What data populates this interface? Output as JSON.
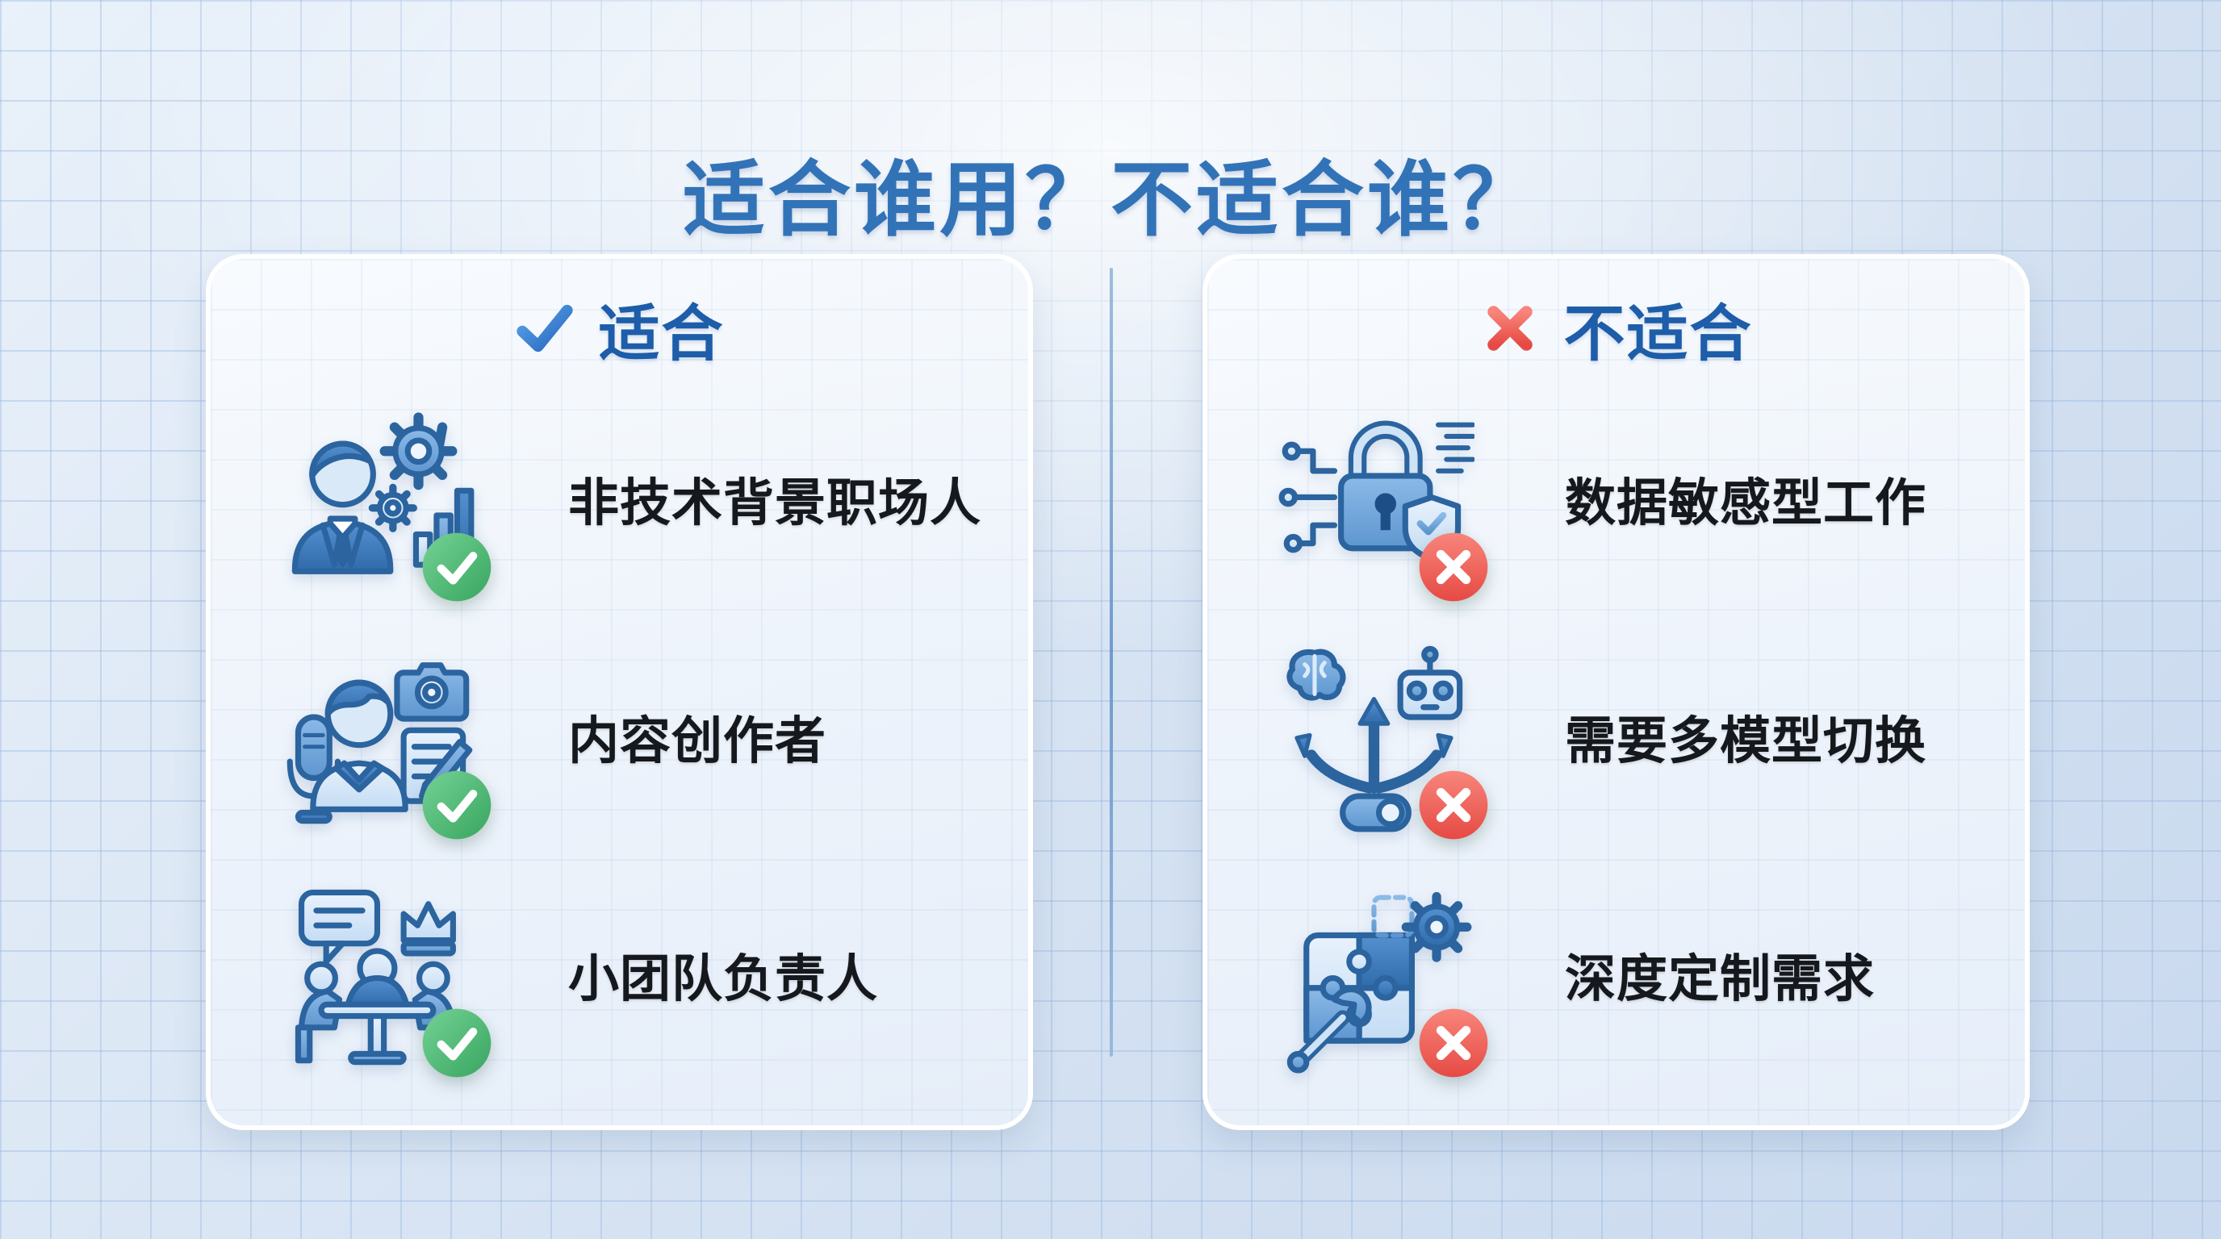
{
  "title": "适合谁用？不适合谁？",
  "columns": {
    "suitable": {
      "header": "适合",
      "header_icon": "check-icon",
      "badge_icon": "check-badge",
      "items": [
        {
          "label": "非技术背景职场人",
          "icon": "businessman-gears-chart-icon"
        },
        {
          "label": "内容创作者",
          "icon": "creator-camera-mic-notepad-icon"
        },
        {
          "label": "小团队负责人",
          "icon": "team-meeting-crown-icon"
        }
      ]
    },
    "not_suitable": {
      "header": "不适合",
      "header_icon": "x-icon",
      "badge_icon": "x-badge",
      "items": [
        {
          "label": "数据敏感型工作",
          "icon": "lock-shield-circuit-icon"
        },
        {
          "label": "需要多模型切换",
          "icon": "brain-robot-arrows-toggle-icon"
        },
        {
          "label": "深度定制需求",
          "icon": "puzzle-gear-wrench-icon"
        }
      ]
    }
  },
  "colors": {
    "title_blue": "#3273b8",
    "header_blue": "#1d5da9",
    "label_dark": "#15181c",
    "icon_stroke_blue": "#2b649f",
    "green_accent": "#58bd7c",
    "red_accent": "#ec564c",
    "background_blue": "#dbe6f4"
  }
}
